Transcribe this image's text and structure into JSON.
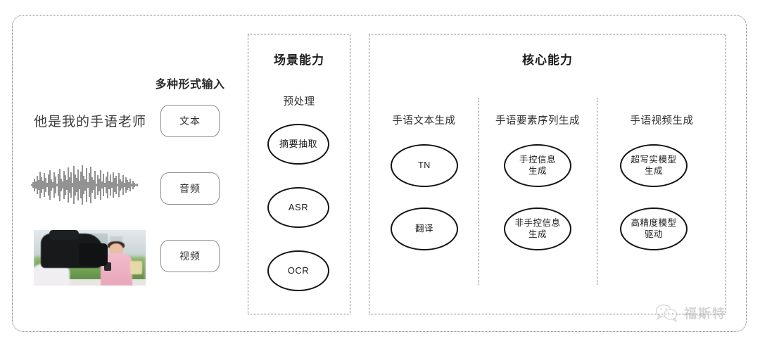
{
  "diagram": {
    "title_hidden": "",
    "input_section": {
      "header": "多种形式输入",
      "sample_text": "他是我的手语老师",
      "waveform_label": "audio-waveform",
      "thumbnail_label": "video-thumbnail",
      "buttons": [
        {
          "label": "文本"
        },
        {
          "label": "音频"
        },
        {
          "label": "视频"
        }
      ]
    },
    "scene_panel": {
      "title": "场景能力",
      "subtitle": "预处理",
      "nodes": [
        {
          "line1": "摘要抽取",
          "line2": ""
        },
        {
          "line1": "ASR",
          "line2": ""
        },
        {
          "line1": "OCR",
          "line2": ""
        }
      ]
    },
    "core_panel": {
      "title": "核心能力",
      "columns": [
        {
          "header": "手语文本生成",
          "nodes": [
            {
              "line1": "TN",
              "line2": ""
            },
            {
              "line1": "翻译",
              "line2": ""
            }
          ]
        },
        {
          "header": "手语要素序列生成",
          "nodes": [
            {
              "line1": "手控信息",
              "line2": "生成"
            },
            {
              "line1": "非手控信息",
              "line2": "生成"
            }
          ]
        },
        {
          "header": "手语视频生成",
          "nodes": [
            {
              "line1": "超写实模型",
              "line2": "生成"
            },
            {
              "line1": "高精度模型",
              "line2": "驱动"
            }
          ]
        }
      ]
    },
    "watermark": {
      "text": "福斯特",
      "icon": "wechat-logo-icon"
    },
    "colors": {
      "border": "#6f6f6f",
      "ellipse_stroke": "#141414",
      "text": "#1e1e1e",
      "watermark": "#9a9a9a"
    }
  }
}
